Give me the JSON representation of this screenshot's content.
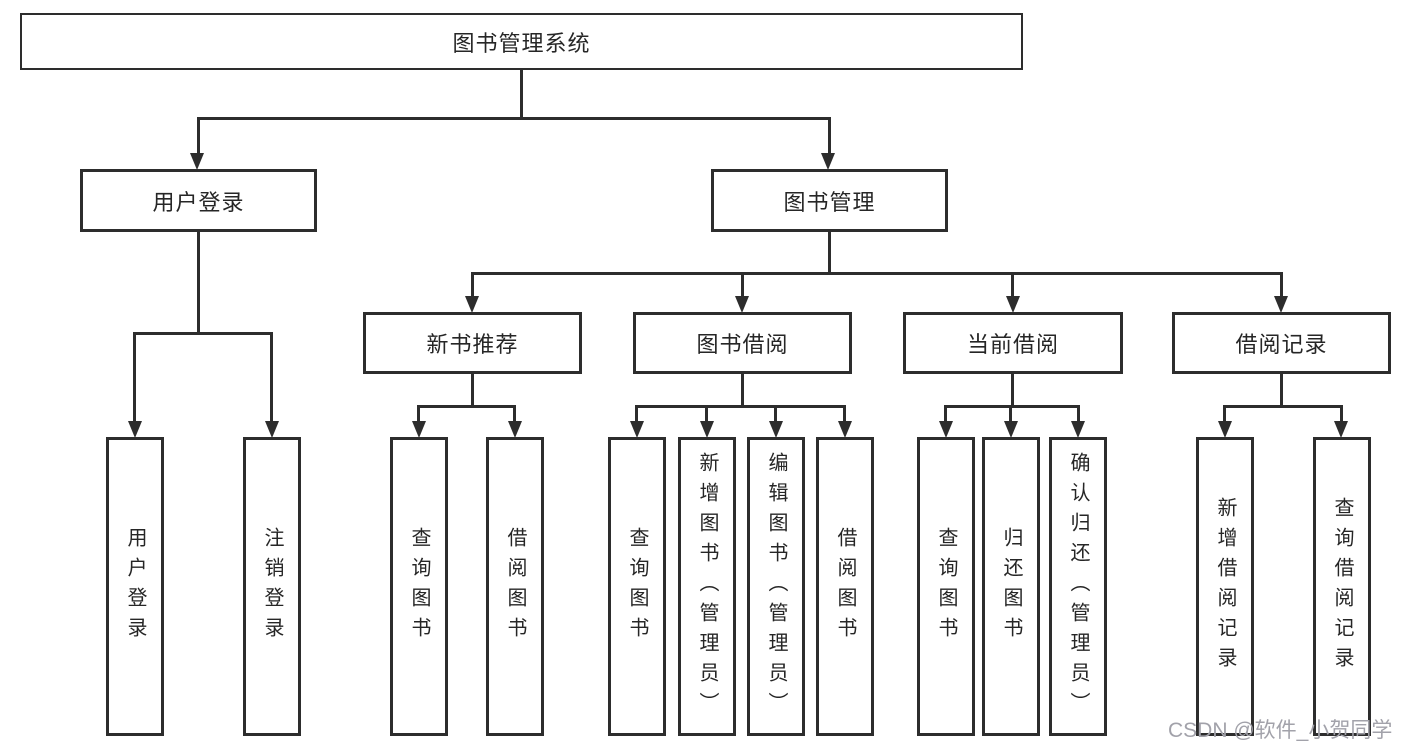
{
  "tree": {
    "root": "图书管理系统",
    "branches": [
      {
        "label": "用户登录",
        "children": [
          "用户登录",
          "注销登录"
        ]
      },
      {
        "label": "图书管理",
        "sub": [
          {
            "label": "新书推荐",
            "children": [
              "查询图书",
              "借阅图书"
            ]
          },
          {
            "label": "图书借阅",
            "children": [
              "查询图书",
              "新增图书（管理员）",
              "编辑图书（管理员）",
              "借阅图书"
            ]
          },
          {
            "label": "当前借阅",
            "children": [
              "查询图书",
              "归还图书",
              "确认归还（管理员）"
            ]
          },
          {
            "label": "借阅记录",
            "children": [
              "新增借阅记录",
              "查询借阅记录"
            ]
          }
        ]
      }
    ]
  },
  "watermark": {
    "text": "CSDN @软件_小贺同学"
  },
  "colors": {
    "line": "#2d2d2d",
    "text": "#262626",
    "watermark": "#a2a2aa",
    "background": "#ffffff"
  }
}
